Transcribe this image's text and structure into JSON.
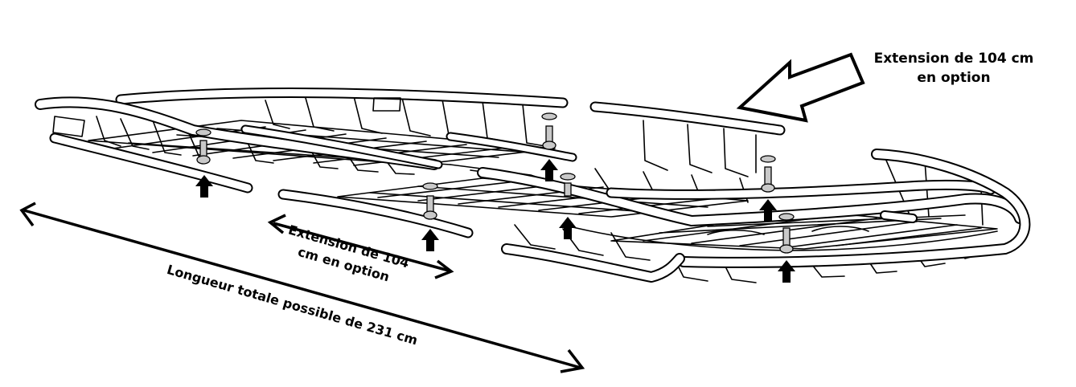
{
  "labels": {
    "top_right_line1": "Extension de 104 cm",
    "top_right_line2": "en option",
    "middle_line1": "Extension de 104",
    "middle_line2": "cm en option",
    "total_length": "Longueur totale possible de 231 cm"
  },
  "colors": {
    "ink": "#000000",
    "background": "#ffffff",
    "bolt": "#c9c9c9"
  },
  "icons": [
    "bolt-icon",
    "up-arrow-icon",
    "outline-arrow-icon",
    "double-arrow-icon"
  ]
}
